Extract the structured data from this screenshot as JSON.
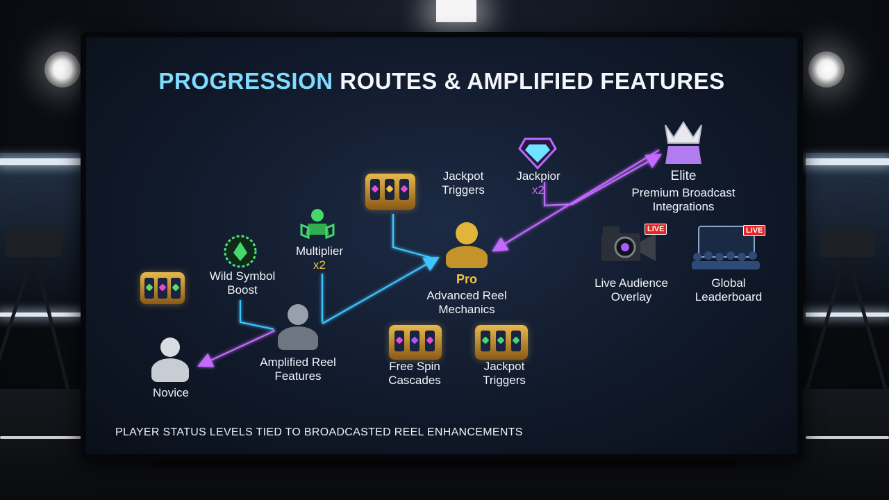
{
  "title": {
    "part1": "PROGRESSION",
    "part2": " ROUTES & AMPLIFIED FEATURES"
  },
  "footer": "PLAYER STATUS LEVELS TIED TO BROADCASTED REEL ENHANCEMENTS",
  "tiers": {
    "novice": "Novice",
    "amplified": {
      "line1": "Amplified Reel",
      "line2": "Features"
    },
    "pro": {
      "name": "Pro",
      "line1": "Advanced Reel",
      "line2": "Mechanics"
    },
    "elite": {
      "name": "Elite",
      "line1": "Premium Broadcast",
      "line2": "Integrations"
    }
  },
  "features": {
    "wild": {
      "line1": "Wild Symbol",
      "line2": "Boost"
    },
    "multiplier": {
      "line1": "Multiplier",
      "line2": "x2"
    },
    "jackpot_top": {
      "line1": "Jackpot",
      "line2": "Triggers"
    },
    "jackpior": {
      "line1": "Jackpior",
      "line2": "x2"
    },
    "free_spin": {
      "line1": "Free Spin",
      "line2": "Cascades"
    },
    "jackpot_bottom": {
      "line1": "Jackpot",
      "line2": "Triggers"
    },
    "live_audience": {
      "line1": "Live Audience",
      "line2": "Overlay"
    },
    "global": {
      "line1": "Global",
      "line2": "Leaderboard"
    }
  },
  "badges": {
    "live": "LIVE"
  },
  "icons": {
    "slot": "slot-machine-icon",
    "avatar": "user-avatar-icon",
    "diamond": "diamond-icon",
    "crown": "crown-icon",
    "camera": "video-camera-icon",
    "crowd": "crowd-icon"
  },
  "colors": {
    "blue_route": "#3fc6ff",
    "purple_route": "#c46bff",
    "pro_gold": "#f5c542",
    "title_accent": "#7fdcff",
    "live_red": "#e22626"
  }
}
